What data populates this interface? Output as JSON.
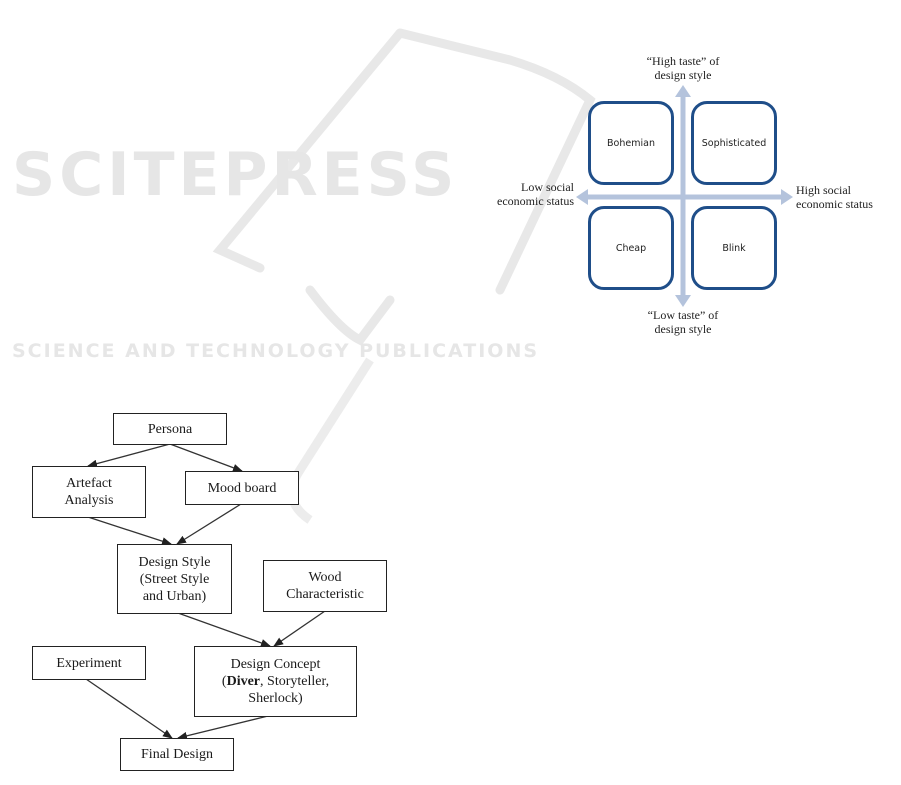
{
  "watermark": {
    "title": "SCITEPRESS",
    "subtitle": "SCIENCE AND TECHNOLOGY PUBLICATIONS"
  },
  "quadrant_diagram": {
    "axis_top": [
      "“High taste” of",
      "design style"
    ],
    "axis_bottom": [
      "“Low taste” of",
      "design style"
    ],
    "axis_left": [
      "Low social",
      "economic status"
    ],
    "axis_right": [
      "High social",
      "economic status"
    ],
    "quadrants": {
      "top_left": "Bohemian",
      "top_right": "Sophisticated",
      "bottom_left": "Cheap",
      "bottom_right": "Blink"
    },
    "colors": {
      "box_border": "#1f4e89",
      "axis": "#b4c3dc"
    }
  },
  "flowchart": {
    "nodes": {
      "persona": "Persona",
      "artefact_analysis": [
        "Artefact",
        "Analysis"
      ],
      "mood_board": "Mood board",
      "design_style": [
        "Design Style",
        "(Street Style",
        "and Urban)"
      ],
      "wood_characteristic": [
        "Wood",
        "Characteristic"
      ],
      "experiment": "Experiment",
      "design_concept": {
        "line1": "Design Concept",
        "line2_open": "(",
        "line2_bold": "Diver",
        "line2_rest": ", Storyteller,",
        "line3": "Sherlock)"
      },
      "final_design": "Final Design"
    },
    "edges": [
      [
        "Persona",
        "Artefact Analysis"
      ],
      [
        "Persona",
        "Mood board"
      ],
      [
        "Artefact Analysis",
        "Design Style"
      ],
      [
        "Mood board",
        "Design Style"
      ],
      [
        "Design Style",
        "Design Concept"
      ],
      [
        "Wood Characteristic",
        "Design Concept"
      ],
      [
        "Experiment",
        "Final Design"
      ],
      [
        "Design Concept",
        "Final Design"
      ]
    ]
  }
}
